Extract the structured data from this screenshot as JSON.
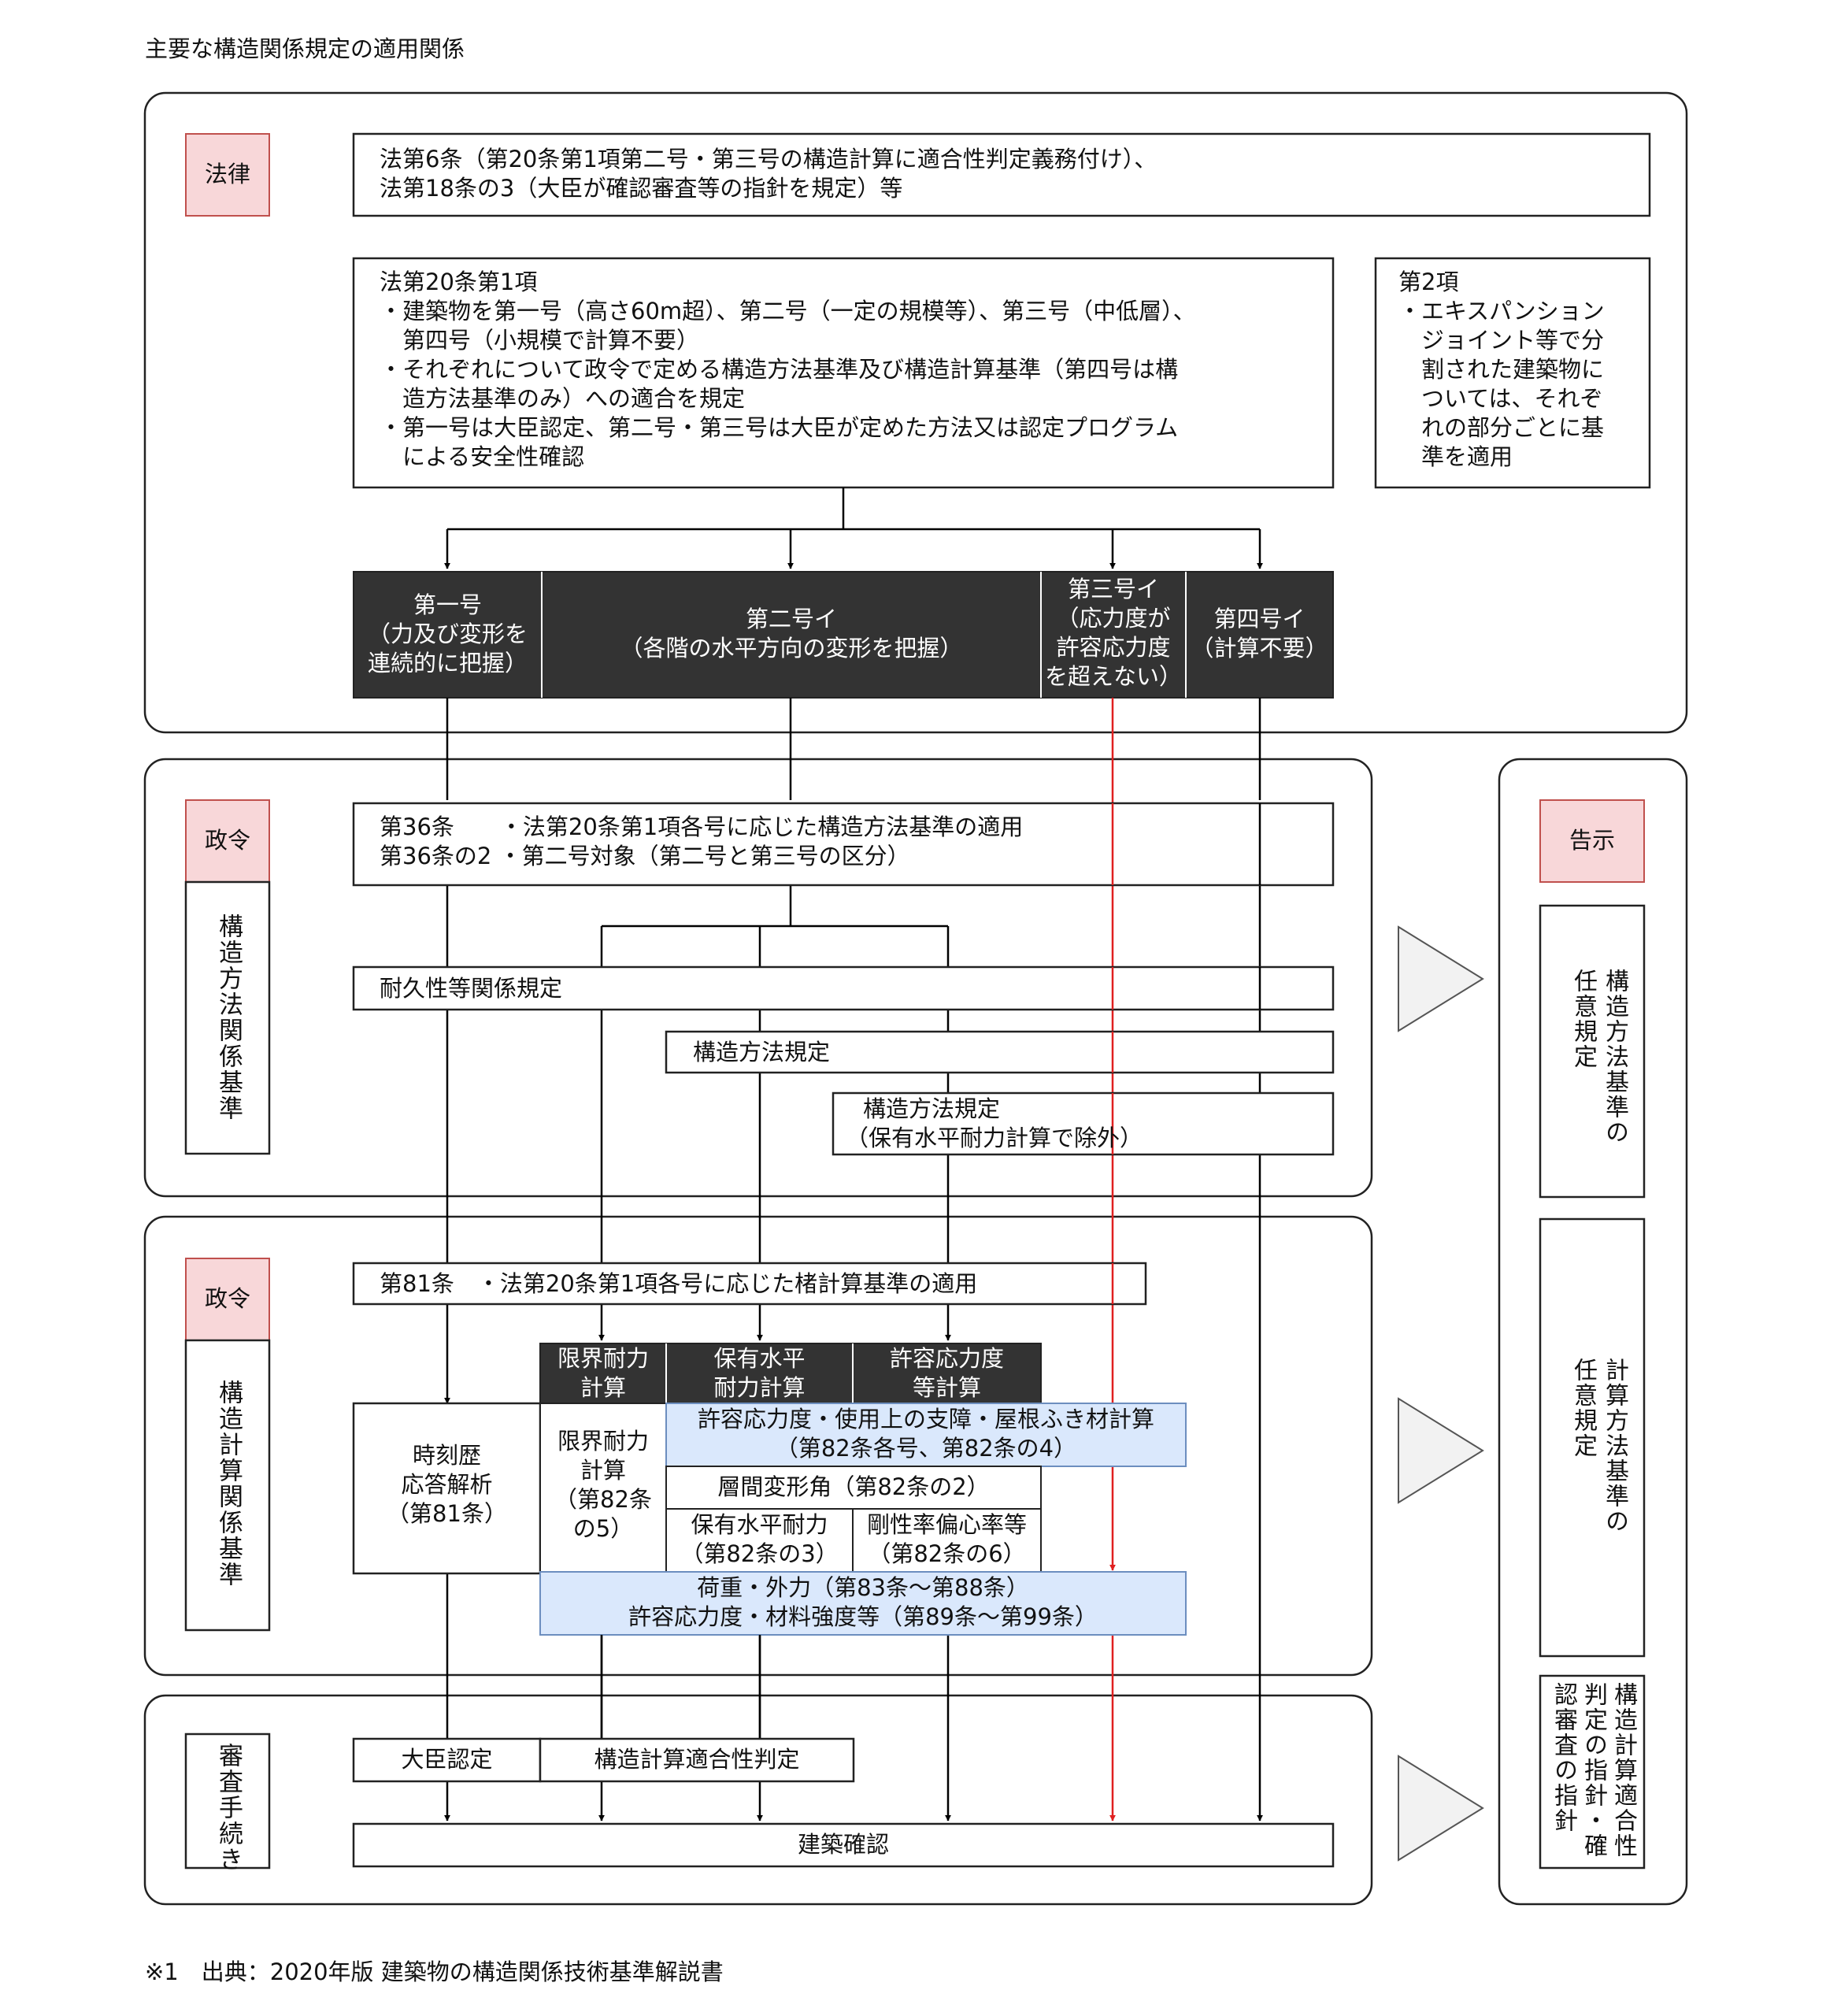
{
  "page_title": "主要な構造関係規定の適用関係",
  "footnote": "※1　出典：2020年版 建築物の構造関係技術基準解説書",
  "law_section": {
    "tag": "法律",
    "top_box": [
      "法第6条（第20条第1項第二号・第三号の構造計算に適合性判定義務付け）、",
      "法第18条の3（大臣が確認審査等の指針を規定）等"
    ],
    "art20_box": {
      "heading": "法第20条第1項",
      "lines": [
        "・建築物を第一号（高さ60m超）、第二号（一定の規模等）、第三号（中低層）、",
        "　第四号（小規模で計算不要）",
        "・それぞれについて政令で定める構造方法基準及び構造計算基準（第四号は構",
        "　造方法基準のみ）への適合を規定",
        "・第一号は大臣認定、第二号・第三号は大臣が定めた方法又は認定プログラム",
        "　による安全性確認"
      ]
    },
    "para2_box": {
      "heading": "第2項",
      "lines": [
        "・エキスパンション",
        "　ジョイント等で分",
        "　割された建築物に",
        "　ついては、それぞ",
        "　れの部分ごとに基",
        "　準を適用"
      ]
    },
    "categories": [
      {
        "lines": [
          "第一号",
          "（力及び変形を",
          "連続的に把握）"
        ]
      },
      {
        "lines": [
          "第二号イ",
          "（各階の水平方向の変形を把握）"
        ]
      },
      {
        "lines": [
          "第三号イ",
          "（応力度が",
          "許容応力度",
          "を超えない）"
        ]
      },
      {
        "lines": [
          "第四号イ",
          "（計算不要）"
        ]
      }
    ]
  },
  "method_section": {
    "tag": "政令",
    "side_label": "構造方法関係基準",
    "art36_lines": [
      "第36条　　・法第20条第1項各号に応じた構造方法基準の適用",
      "第36条の2 ・第二号対象（第二号と第三号の区分）"
    ],
    "durability": "耐久性等関係規定",
    "structural_method": "構造方法規定",
    "structural_method_excl": [
      "構造方法規定",
      "（保有水平耐力計算で除外）"
    ]
  },
  "calc_section": {
    "tag": "政令",
    "side_label": "構造計算関係基準",
    "art81": "第81条　・法第20条第1項各号に応じた楮計算基準の適用",
    "headers": [
      {
        "lines": [
          "限界耐力",
          "計算"
        ]
      },
      {
        "lines": [
          "保有水平",
          "耐力計算"
        ]
      },
      {
        "lines": [
          "許容応力度",
          "等計算"
        ]
      }
    ],
    "time_history": [
      "時刻歴",
      "応答解析",
      "（第81条）"
    ],
    "limit_strength": [
      "限界耐力",
      "計算",
      "（第82条",
      "の5）"
    ],
    "allowable_row": [
      "許容応力度・使用上の支障・屋根ふき材計算",
      "（第82条各号、第82条の4）"
    ],
    "drift_row": "層間変形角（第82条の2）",
    "ultimate_cell": [
      "保有水平耐力",
      "（第82条の3）"
    ],
    "rigidity_cell": [
      "剛性率偏心率等",
      "（第82条の6）"
    ],
    "loads_row": [
      "荷重・外力（第83条～第88条）",
      "許容応力度・材料強度等（第89条～第99条）"
    ]
  },
  "review_section": {
    "side_label": "審査手続き",
    "minister": "大臣認定",
    "conformity": "構造計算適合性判定",
    "confirmation": "建築確認"
  },
  "notice_section": {
    "tag": "告示",
    "method_optional": "構造方法基準の任意規定",
    "calc_optional": "計算方法基準の任意規定",
    "review_guidelines": "構造計算適合性判定の指針・確認審査の指針"
  },
  "colors": {
    "pink_tag": "#f8d7d9",
    "dark_header": "#333333",
    "light_blue": "#dae8fc",
    "red_line": "#e02020"
  }
}
